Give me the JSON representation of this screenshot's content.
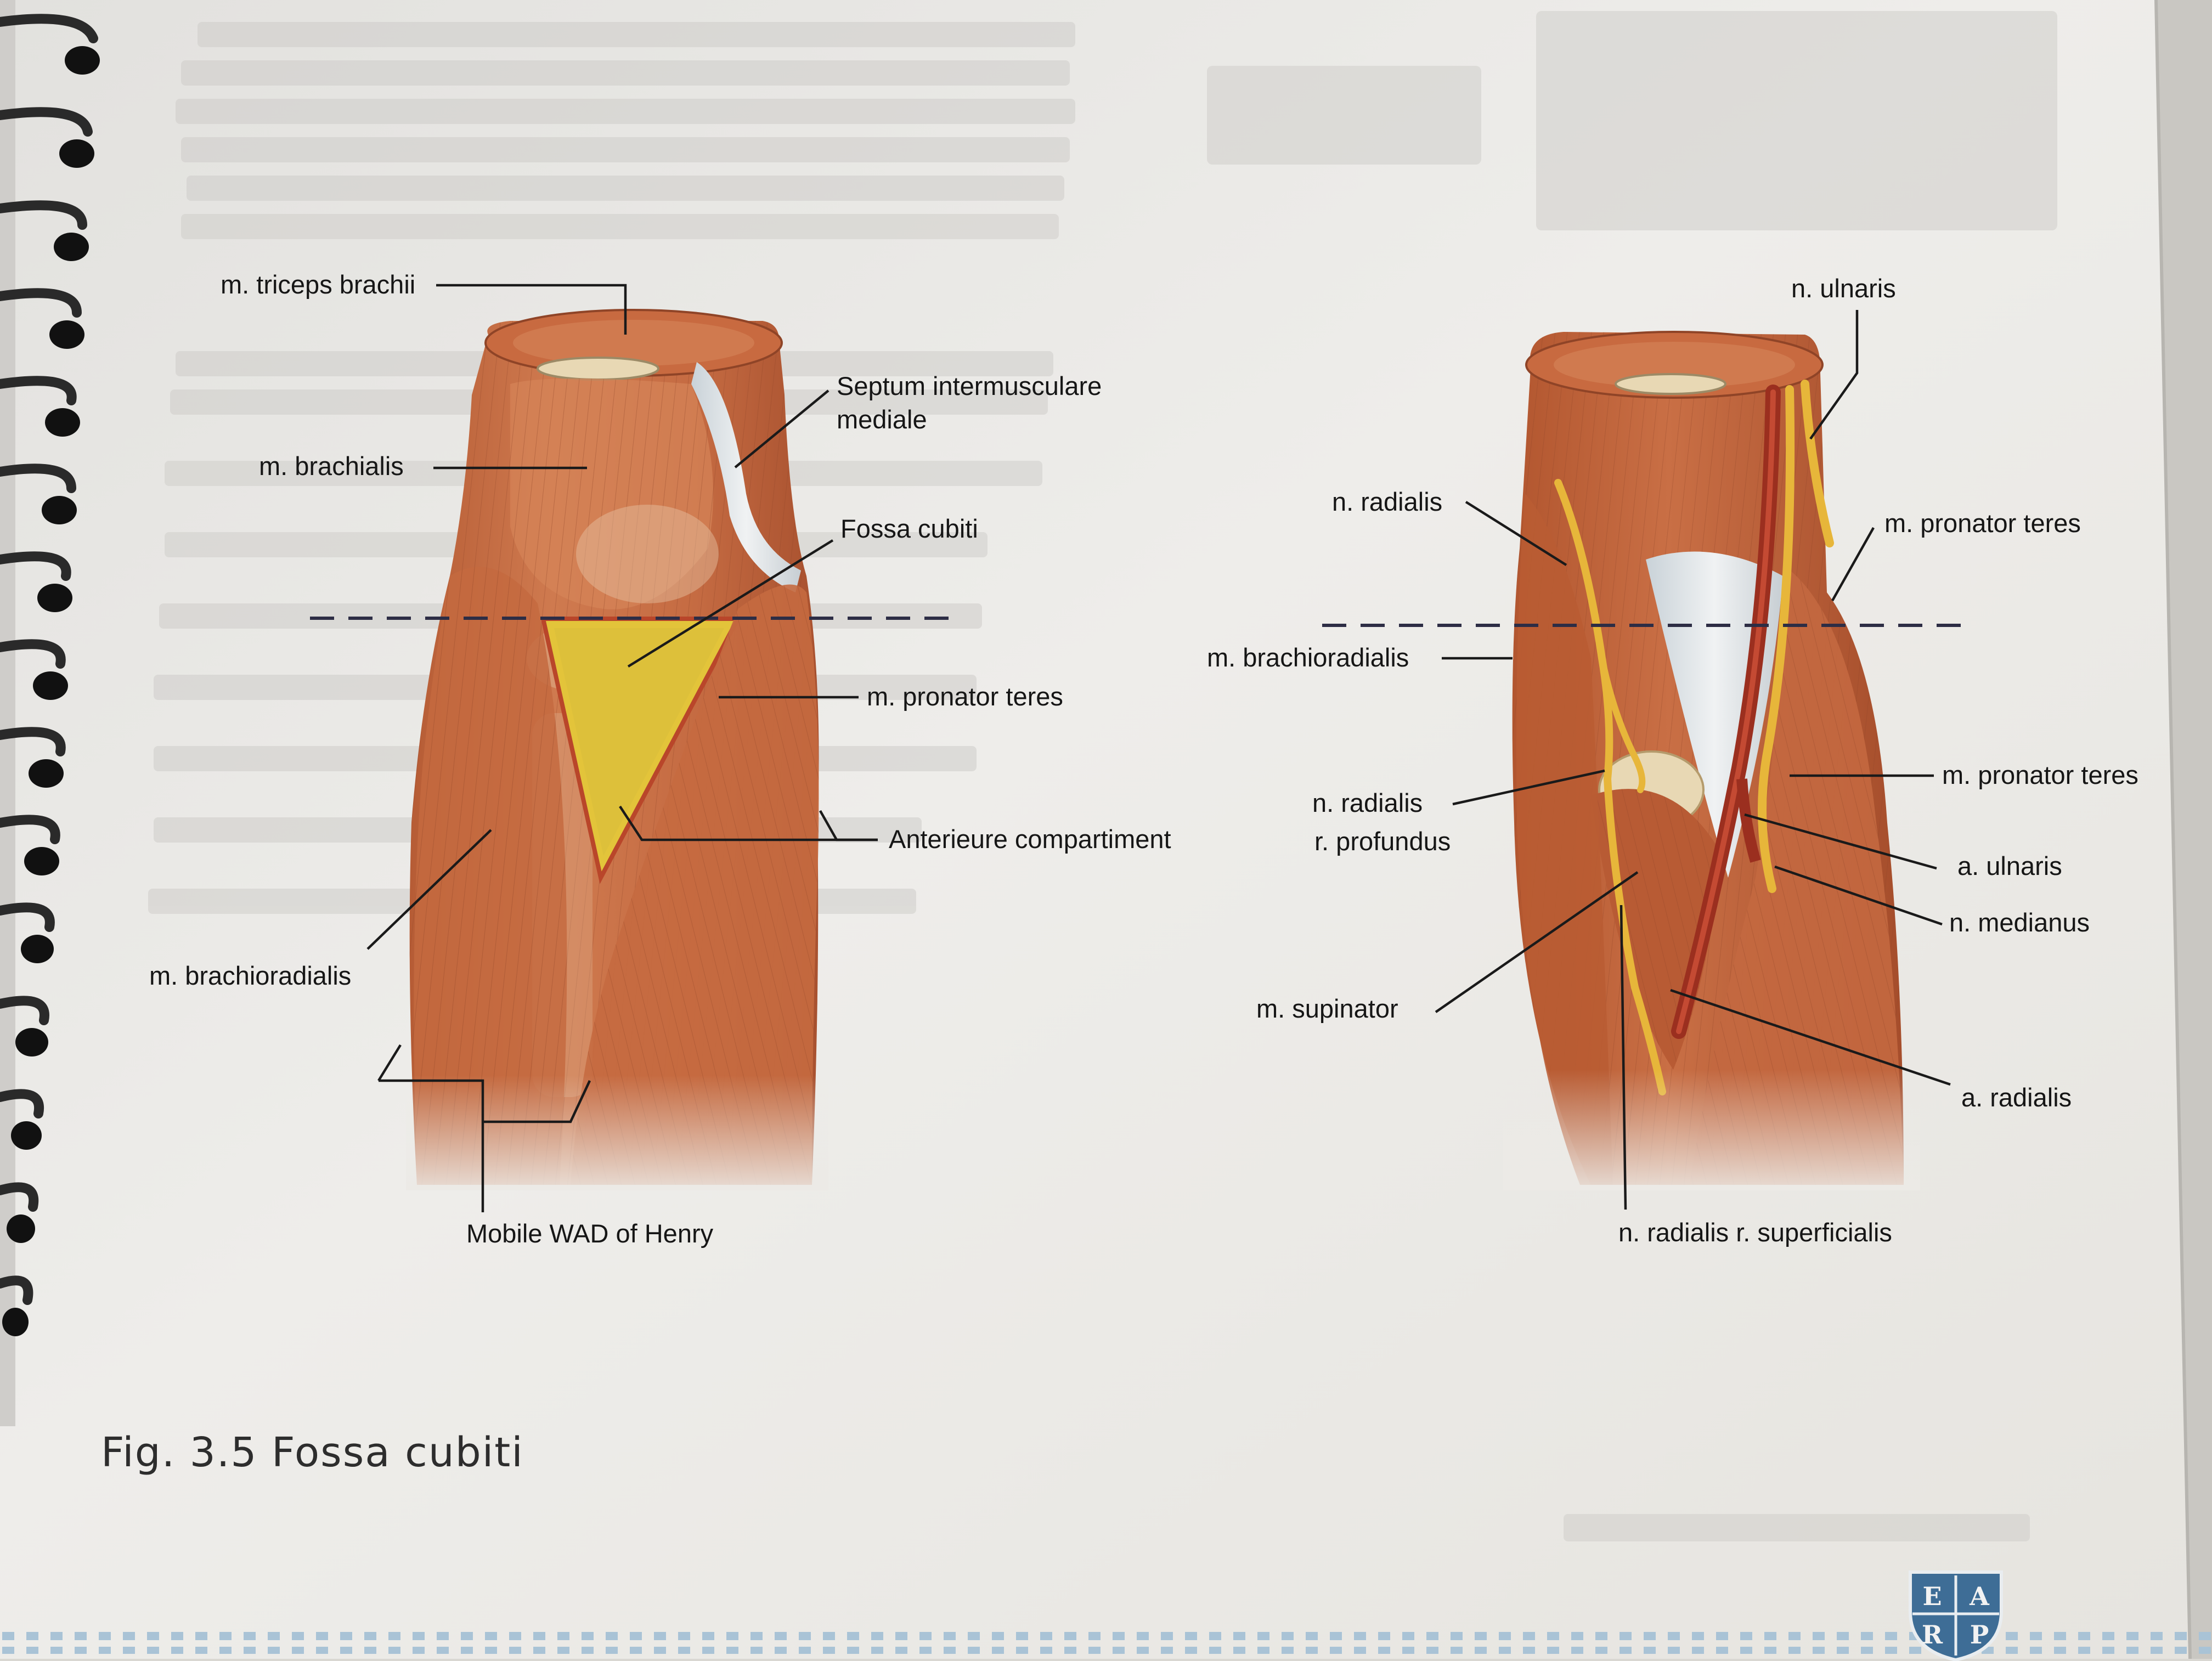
{
  "figure": {
    "caption": "Fig. 3.5 Fossa cubiti",
    "left_panel": {
      "labels": [
        "m. triceps brachii",
        "Septum intermusculare",
        "mediale",
        "m. brachialis",
        "Fossa cubiti",
        "m. pronator teres",
        "Anterieure compartiment",
        "m. brachioradialis",
        "Mobile WAD of Henry"
      ]
    },
    "right_panel": {
      "labels": [
        "n. ulnaris",
        "n. radialis",
        "m. pronator teres",
        "m. brachioradialis",
        "n. radialis",
        "r. profundus",
        "m. pronator teres",
        "a. ulnaris",
        "n. medianus",
        "m. supinator",
        "a. radialis",
        "n. radialis r. superficialis"
      ]
    }
  },
  "logo": {
    "letters": [
      "E",
      "A",
      "R",
      "P"
    ]
  },
  "colors": {
    "paper": "#eceae6",
    "muscle": "#c1683f",
    "muscle_dark": "#9a4a2c",
    "bone": "#e8d8b4",
    "nerve": "#e7b63a",
    "artery": "#9b2f1f",
    "fossa": "#e3c43a",
    "ink": "#161616",
    "logo": "#3e6d96"
  },
  "icons": [
    "spiral-binding-icon",
    "publisher-logo-icon"
  ]
}
